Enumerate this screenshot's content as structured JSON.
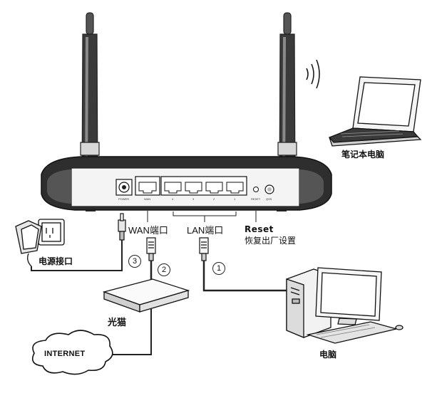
{
  "labels": {
    "laptop": "笔记本电脑",
    "wan_port": "WAN端口",
    "lan_port": "LAN端口",
    "reset": "Reset",
    "factory_reset": "恢复出厂设置",
    "power_port": "电源接口",
    "modem": "光猫",
    "computer": "电脑",
    "internet": "INTERNET"
  },
  "steps": {
    "step1": "1",
    "step2": "2",
    "step3": "3"
  },
  "router_panel": {
    "power": "POWER",
    "wan": "WAN",
    "lan4": "4",
    "lan3": "3",
    "lan2": "2",
    "lan1": "1",
    "reset": "RESET",
    "qss": "QSS"
  }
}
